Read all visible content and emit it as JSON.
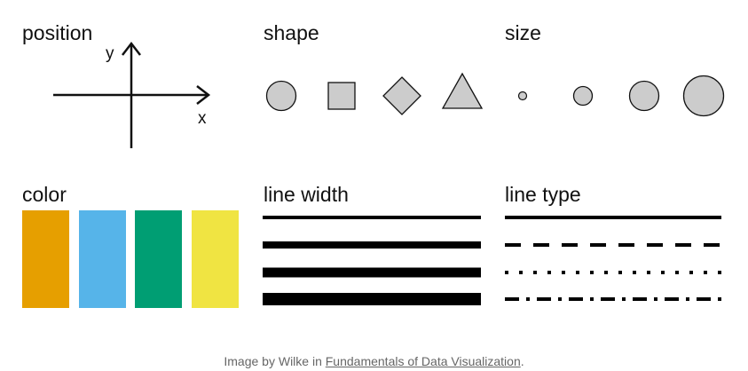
{
  "panels": {
    "position": {
      "title": "position",
      "y_label": "y",
      "x_label": "x"
    },
    "shape": {
      "title": "shape",
      "shapes": [
        "circle-icon",
        "square-icon",
        "diamond-icon",
        "triangle-icon"
      ]
    },
    "size": {
      "title": "size"
    },
    "color": {
      "title": "color",
      "swatches": [
        "#E69F00",
        "#56B4E9",
        "#009E73",
        "#F0E442"
      ]
    },
    "line_width": {
      "title": "line width"
    },
    "line_type": {
      "title": "line type",
      "types": [
        "solid",
        "dashed",
        "dotted",
        "dash-dot"
      ]
    }
  },
  "colors": {
    "shape_fill": "#cccccc",
    "shape_stroke": "#111111"
  },
  "caption": {
    "prefix": "Image by Wilke in ",
    "link_text": "Fundamentals of Data Visualization",
    "suffix": "."
  }
}
